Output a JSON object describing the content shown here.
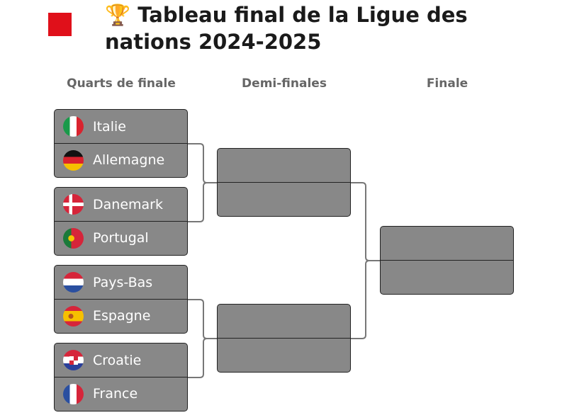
{
  "title": "🏆 Tableau final de la Ligue des nations 2024-2025",
  "rounds": [
    "Quarts de finale",
    "Demi-finales",
    "Finale"
  ],
  "quarterfinals": [
    [
      "Italie",
      "Allemagne"
    ],
    [
      "Danemark",
      "Portugal"
    ],
    [
      "Pays-Bas",
      "Espagne"
    ],
    [
      "Croatie",
      "France"
    ]
  ],
  "flags": {
    "Italie": "italy-flag",
    "Allemagne": "germany-flag",
    "Danemark": "denmark-flag",
    "Portugal": "portugal-flag",
    "Pays-Bas": "netherlands-flag",
    "Espagne": "spain-flag",
    "Croatie": "croatia-flag",
    "France": "france-flag"
  },
  "colors": {
    "slot": "#888888",
    "border": "#222222",
    "connector": "#777777",
    "accent": "#e0101a"
  }
}
